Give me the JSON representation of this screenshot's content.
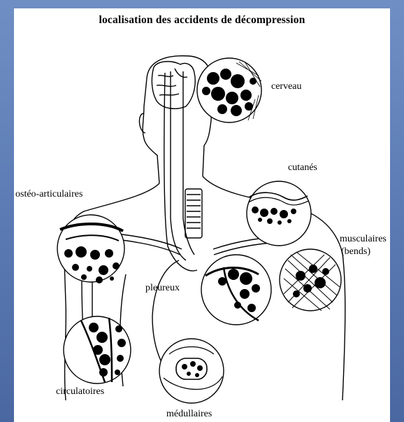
{
  "title": "localisation des accidents de décompression",
  "labels": {
    "cerveau": "cerveau",
    "cutanes": "cutanés",
    "osteo": "ostéo-articulaires",
    "musculaires": "musculaires",
    "bends": "(bends)",
    "pleureux": "pleureux",
    "circulatoires": "circulatoires",
    "medullaires": "médullaires"
  },
  "colors": {
    "background": "#5a79b3",
    "panel": "#ffffff",
    "ink": "#000000"
  }
}
